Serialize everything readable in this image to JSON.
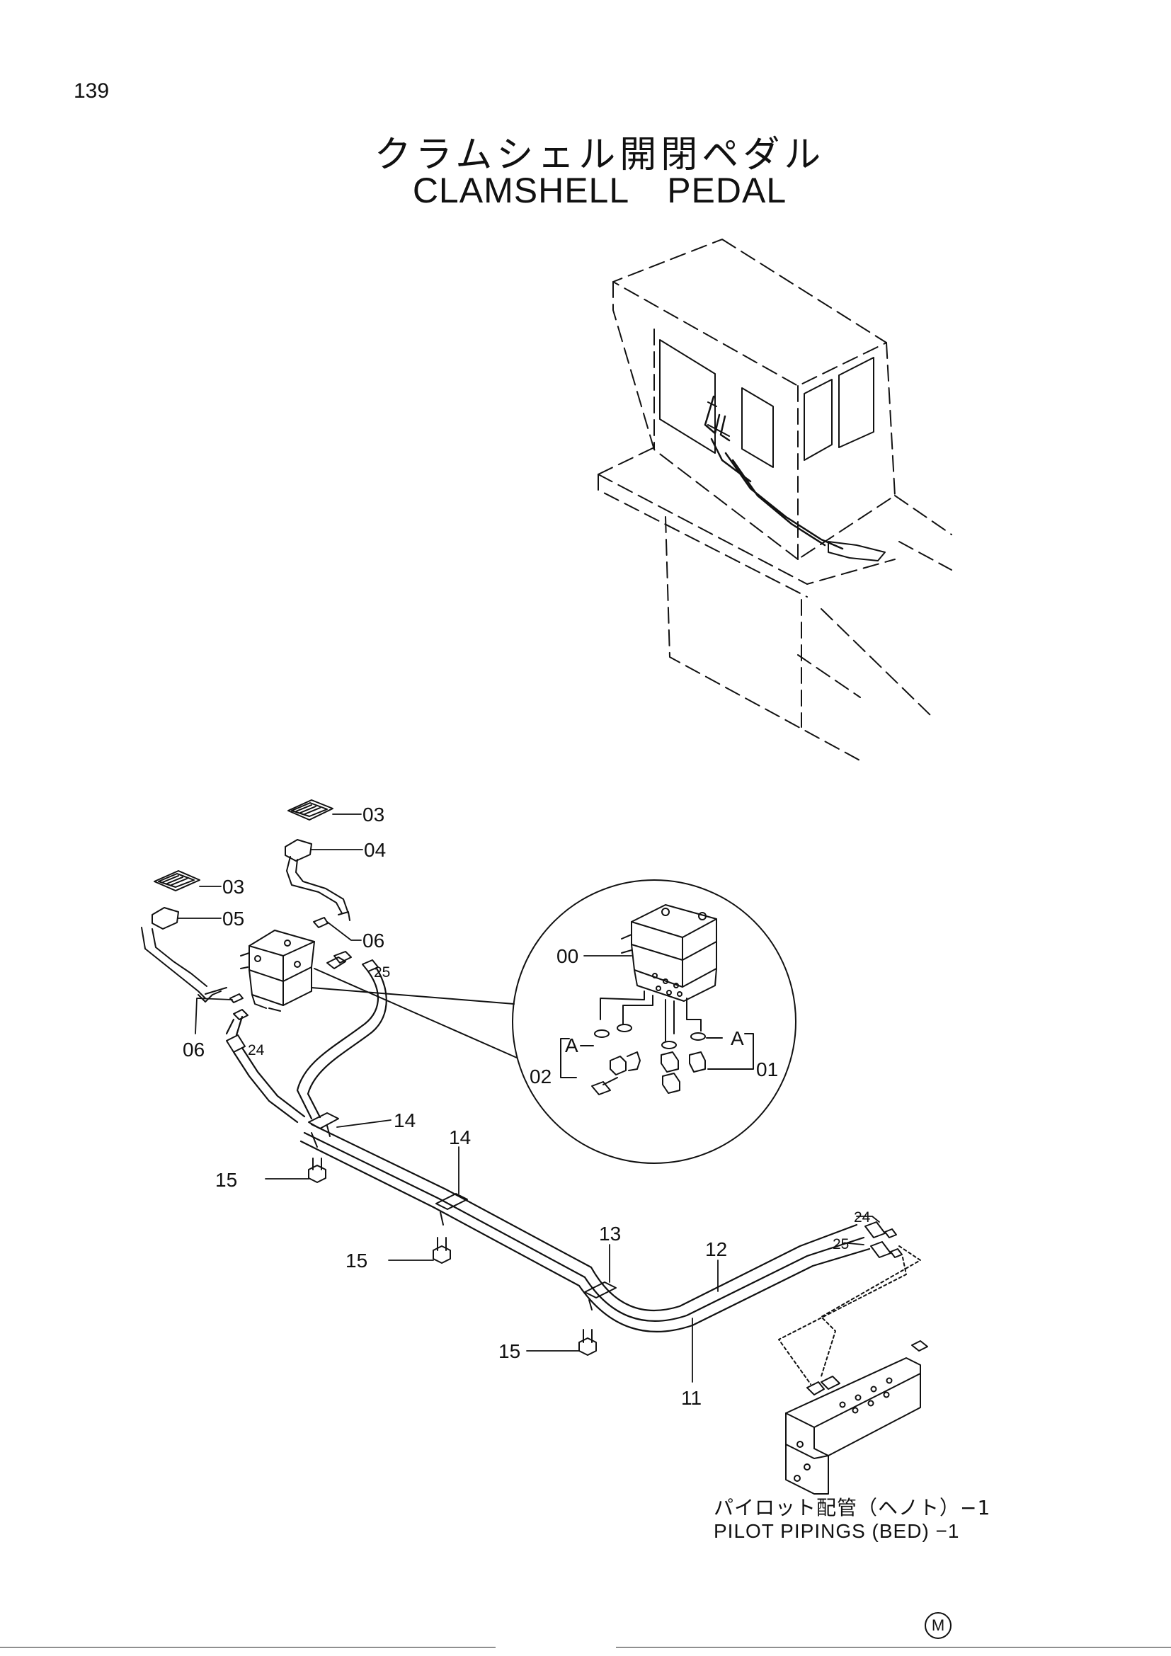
{
  "page": {
    "number": "139"
  },
  "title": {
    "japanese": "クラムシェル開閉ペダル",
    "english": "CLAMSHELL PEDAL"
  },
  "reference": {
    "japanese": "パイロット配管（ヘノト）−1",
    "english": "PILOT PIPINGS (BED) −1"
  },
  "mark": "M",
  "callouts": {
    "c03a": "03",
    "c04": "04",
    "c03b": "03",
    "c05": "05",
    "c06a": "06",
    "c06b": "06",
    "c25a": "25",
    "c24a": "24",
    "c00": "00",
    "c02": "02",
    "c01": "01",
    "cAa": "A",
    "cAb": "A",
    "c14a": "14",
    "c14b": "14",
    "c15a": "15",
    "c15b": "15",
    "c15c": "15",
    "c13": "13",
    "c12": "12",
    "c11": "11",
    "c24b": "24",
    "c25b": "25"
  }
}
